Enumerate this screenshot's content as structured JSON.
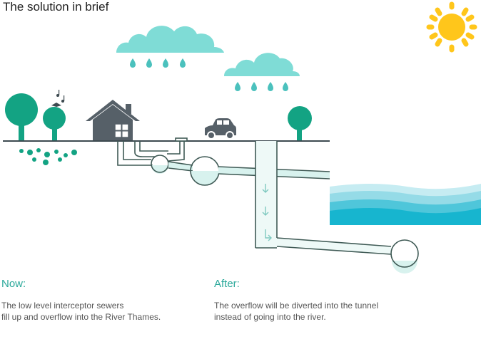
{
  "title": "The solution in brief",
  "now": {
    "heading": "Now:",
    "line1": "The low level interceptor sewers",
    "line2": "fill up and overflow into the River Thames."
  },
  "after": {
    "heading": "After:",
    "line1": "The overflow will be diverted into the tunnel",
    "line2": "instead of going into the river."
  },
  "colors": {
    "tree": "#13a383",
    "cloud": "#7fdcd6",
    "rain": "#4bc1bd",
    "house": "#566068",
    "ground": "#3d4a50",
    "pipe": "#3f5a55",
    "pipe_fill": "#d8f2ee",
    "sun": "#ffc61b",
    "river": [
      "#c6ecf2",
      "#95dbe7",
      "#4fc6da",
      "#17b5cf"
    ],
    "caption_heading": "#2aa89a"
  }
}
